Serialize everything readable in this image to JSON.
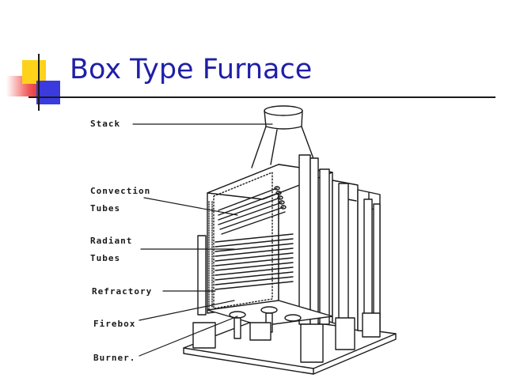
{
  "slide": {
    "title": "Box Type Furnace"
  },
  "labels": {
    "stack": "Stack",
    "convection_line1": "Convection",
    "convection_line2": "Tubes",
    "radiant_line1": "Radiant",
    "radiant_line2": "Tubes",
    "refractory": "Refractory",
    "firebox": "Firebox",
    "burner": "Burner."
  },
  "colors": {
    "title": "#1f1fa8",
    "deco_yellow": "#ffd21a",
    "deco_red": "#e23a3a",
    "deco_blue": "#3a3adf",
    "ink": "#1a1a1a"
  }
}
